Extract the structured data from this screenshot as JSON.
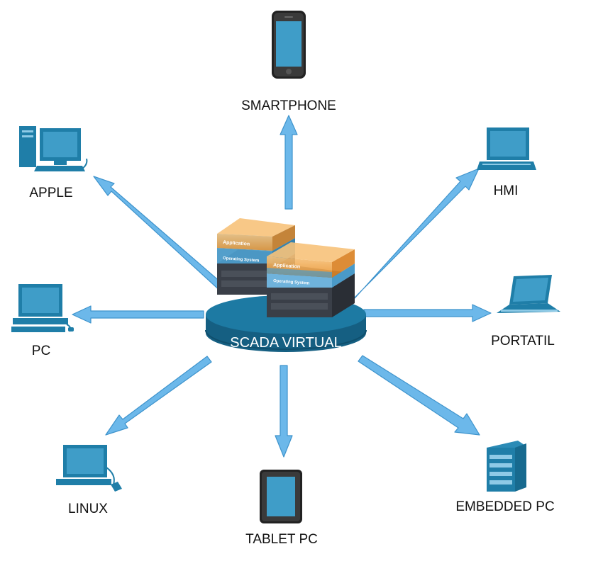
{
  "hub": {
    "label": "SCADA VIRTUAL",
    "layer_application": "Application",
    "layer_os": "Operating System"
  },
  "nodes": {
    "smartphone": "SMARTPHONE",
    "apple": "APPLE",
    "hmi": "HMI",
    "pc": "PC",
    "portatil": "PORTATIL",
    "linux": "LINUX",
    "tablet": "TABLET PC",
    "embedded": "EMBEDDED PC"
  },
  "colors": {
    "device": "#1f7ea8",
    "device_screen": "#3f9dc8",
    "arrow": "#6cb8ea",
    "hub": "#1d7aa3",
    "box_orange": "#f0a040",
    "box_blue": "#4a9ac8",
    "box_dark": "#3a3f48"
  }
}
